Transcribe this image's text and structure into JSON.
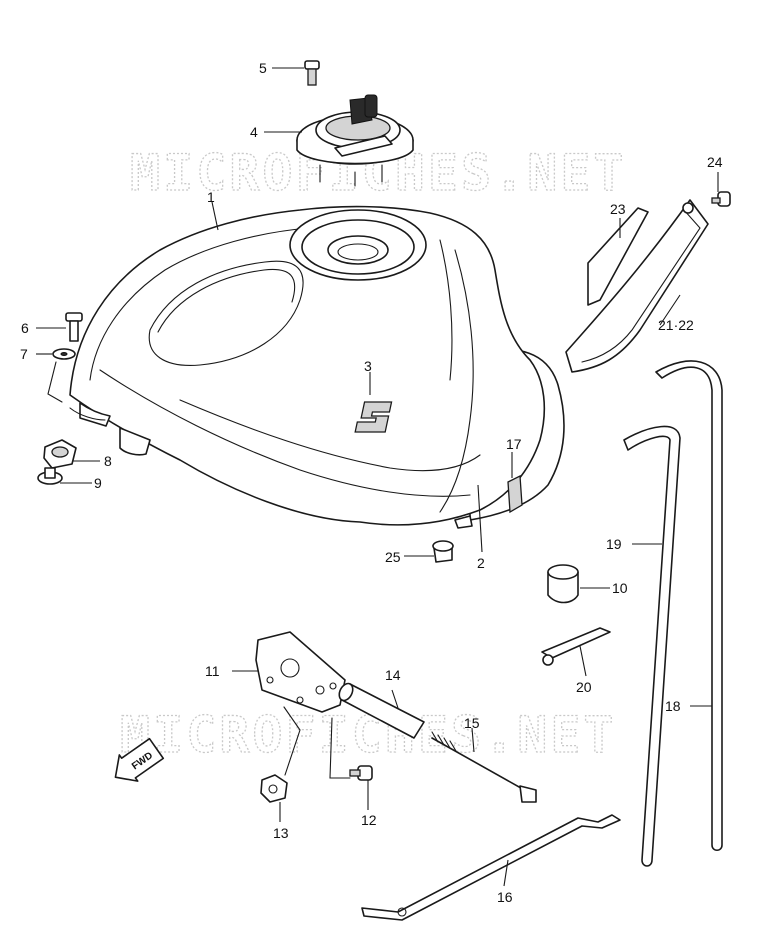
{
  "watermark": "MICROFICHES.NET",
  "fwd_label": "FWD",
  "callouts": [
    {
      "id": "c1",
      "text": "1"
    },
    {
      "id": "c2",
      "text": "2"
    },
    {
      "id": "c3",
      "text": "3"
    },
    {
      "id": "c4",
      "text": "4"
    },
    {
      "id": "c5",
      "text": "5"
    },
    {
      "id": "c6",
      "text": "6"
    },
    {
      "id": "c7",
      "text": "7"
    },
    {
      "id": "c8",
      "text": "8"
    },
    {
      "id": "c9",
      "text": "9"
    },
    {
      "id": "c10",
      "text": "10"
    },
    {
      "id": "c11",
      "text": "11"
    },
    {
      "id": "c12",
      "text": "12"
    },
    {
      "id": "c13",
      "text": "13"
    },
    {
      "id": "c14",
      "text": "14"
    },
    {
      "id": "c15",
      "text": "15"
    },
    {
      "id": "c16",
      "text": "16"
    },
    {
      "id": "c17",
      "text": "17"
    },
    {
      "id": "c18",
      "text": "18"
    },
    {
      "id": "c19",
      "text": "19"
    },
    {
      "id": "c20",
      "text": "20"
    },
    {
      "id": "c21",
      "text": "21·22"
    },
    {
      "id": "c23",
      "text": "23"
    },
    {
      "id": "c24",
      "text": "24"
    },
    {
      "id": "c25",
      "text": "25"
    }
  ]
}
